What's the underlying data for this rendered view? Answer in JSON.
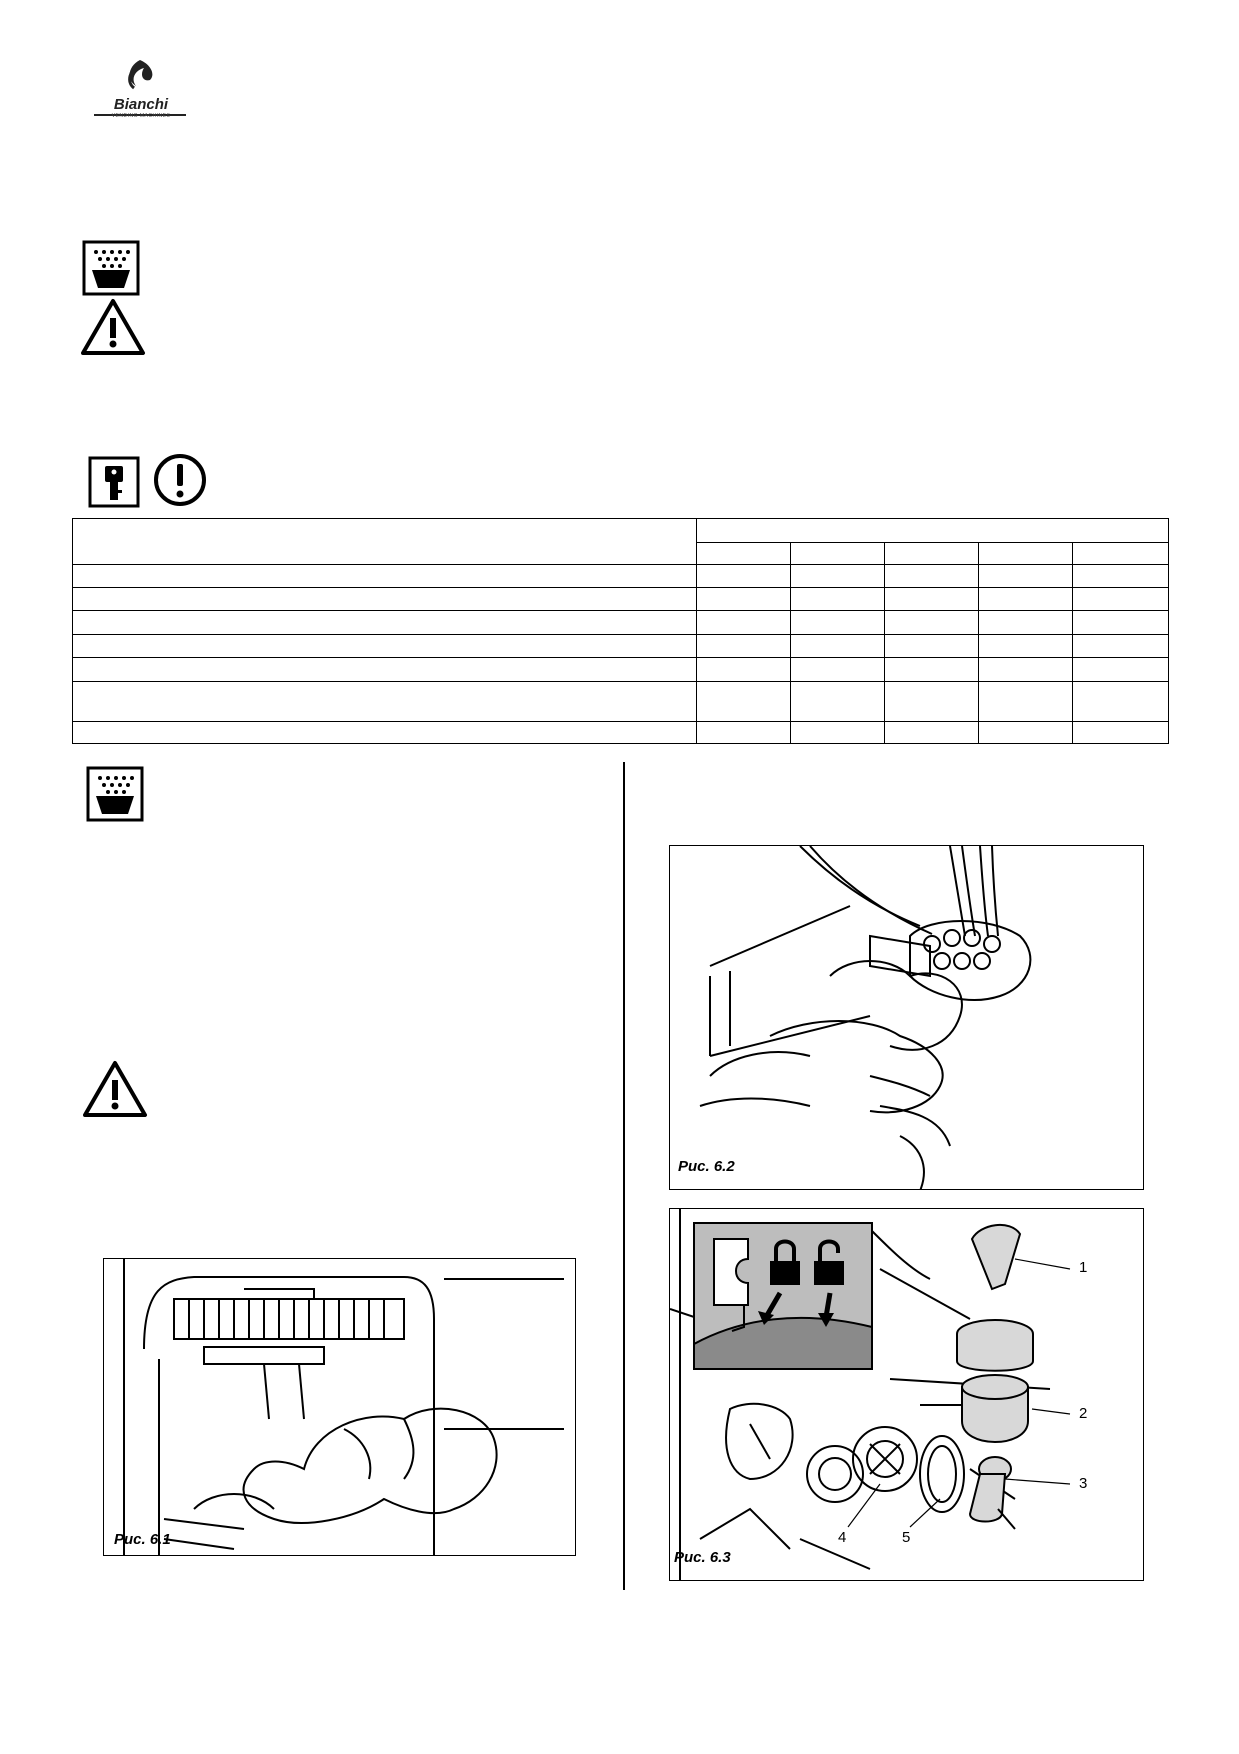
{
  "header": {
    "logo_text": "Bianchi",
    "logo_subtext": "VENDING MACHINES"
  },
  "icons": {
    "top_cleaning": "cleaning-icon",
    "top_warning": "warning-icon",
    "key": "key-icon",
    "attention": "attention-icon",
    "left_cleaning": "cleaning-icon",
    "left_warning": "warning-icon"
  },
  "table": {
    "rows": 8,
    "interval_columns": 5
  },
  "figures": {
    "fig1": {
      "caption": "Рис. 6.1"
    },
    "fig2": {
      "caption": "Рис. 6.2"
    },
    "fig3": {
      "caption": "Рис. 6.3",
      "labels": [
        "1",
        "2",
        "3",
        "4",
        "5"
      ]
    }
  }
}
